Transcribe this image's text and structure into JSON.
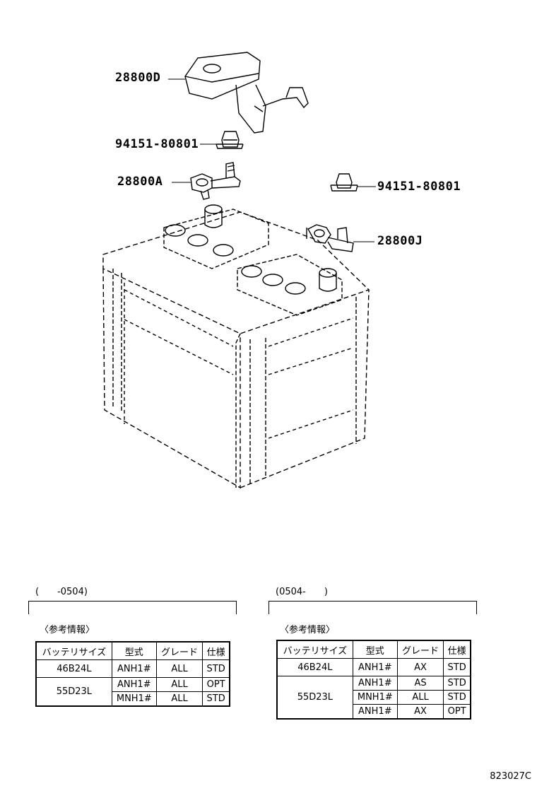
{
  "callouts": {
    "cover": "28800D",
    "nut_top": "94151-80801",
    "clamp_a": "28800A",
    "nut_right": "94151-80801",
    "clamp_j": "28800J"
  },
  "left": {
    "period": "(　　-0504)",
    "reference": "〈参考情報〉",
    "headers": [
      "バッテリサイズ",
      "型式",
      "グレード",
      "仕様"
    ],
    "rows": [
      {
        "size": "46B24L",
        "model": "ANH1#",
        "grade": "ALL",
        "spec": "STD"
      },
      {
        "size": "55D23L",
        "model": "ANH1#",
        "grade": "ALL",
        "spec": "OPT"
      },
      {
        "size": "",
        "model": "MNH1#",
        "grade": "ALL",
        "spec": "STD"
      }
    ]
  },
  "right": {
    "period": "(0504-　　)",
    "reference": "〈参考情報〉",
    "headers": [
      "バッテリサイズ",
      "型式",
      "グレード",
      "仕様"
    ],
    "rows": [
      {
        "size": "46B24L",
        "model": "ANH1#",
        "grade": "AX",
        "spec": "STD"
      },
      {
        "size": "55D23L",
        "model": "ANH1#",
        "grade": "AS",
        "spec": "STD"
      },
      {
        "size": "",
        "model": "MNH1#",
        "grade": "ALL",
        "spec": "STD"
      },
      {
        "size": "",
        "model": "ANH1#",
        "grade": "AX",
        "spec": "OPT"
      }
    ]
  },
  "diagram_id": "823027C"
}
